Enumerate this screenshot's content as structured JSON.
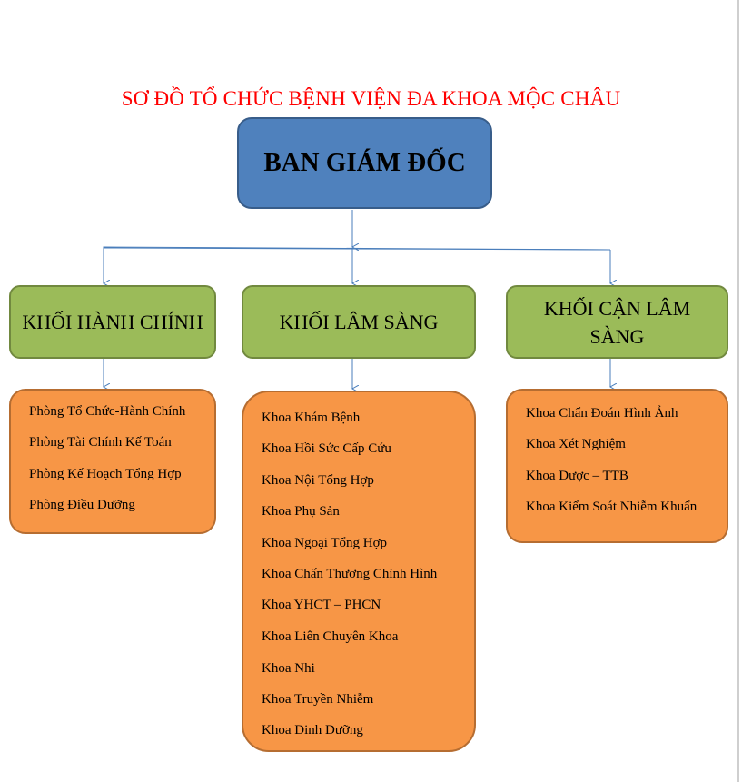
{
  "title": "SƠ ĐỒ TỔ CHỨC BỆNH VIỆN ĐA KHOA MỘC CHÂU",
  "root": "BAN GIÁM ĐỐC",
  "colors": {
    "title": "#ff0000",
    "root_fill": "#4f81bd",
    "block_fill": "#9bbb59",
    "list_fill": "#f79646",
    "connector": "#4a7ebb"
  },
  "blocks": [
    {
      "label": "KHỐI HÀNH CHÍNH",
      "items": [
        "Phòng Tổ Chức-Hành Chính",
        "Phòng Tài Chính Kế Toán",
        "Phòng Kế Hoạch Tổng Hợp",
        "Phòng Điều Dưỡng"
      ]
    },
    {
      "label": "KHỐI LÂM SÀNG",
      "items": [
        "Khoa Khám Bệnh",
        "Khoa Hồi Sức Cấp Cứu",
        "Khoa Nội Tổng Hợp",
        "Khoa Phụ Sản",
        "Khoa Ngoại Tổng Hợp",
        "Khoa Chấn Thương Chỉnh Hình",
        "Khoa YHCT – PHCN",
        "Khoa Liên Chuyên Khoa",
        "Khoa Nhi",
        "Khoa Truyền Nhiễm",
        "Khoa Dinh Dưỡng"
      ]
    },
    {
      "label": "KHỐI CẬN LÂM SÀNG",
      "items": [
        "Khoa Chẩn Đoán Hình Ảnh",
        "Khoa Xét Nghiệm",
        "Khoa Dược – TTB",
        "Khoa Kiểm Soát Nhiễm Khuẩn"
      ]
    }
  ]
}
